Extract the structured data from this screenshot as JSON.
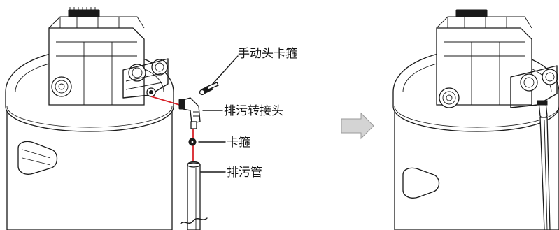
{
  "diagram": {
    "callouts": {
      "manual_head_clamp": "手动头卡箍",
      "drain_adapter": "排污转接头",
      "clamp": "卡箍",
      "drain_pipe": "排污管"
    },
    "colors": {
      "outline": "#1a1a1a",
      "connection_guide": "#d8232a",
      "arrow_fill": "#d4d4d4",
      "arrow_stroke": "#9a9a9a"
    }
  }
}
